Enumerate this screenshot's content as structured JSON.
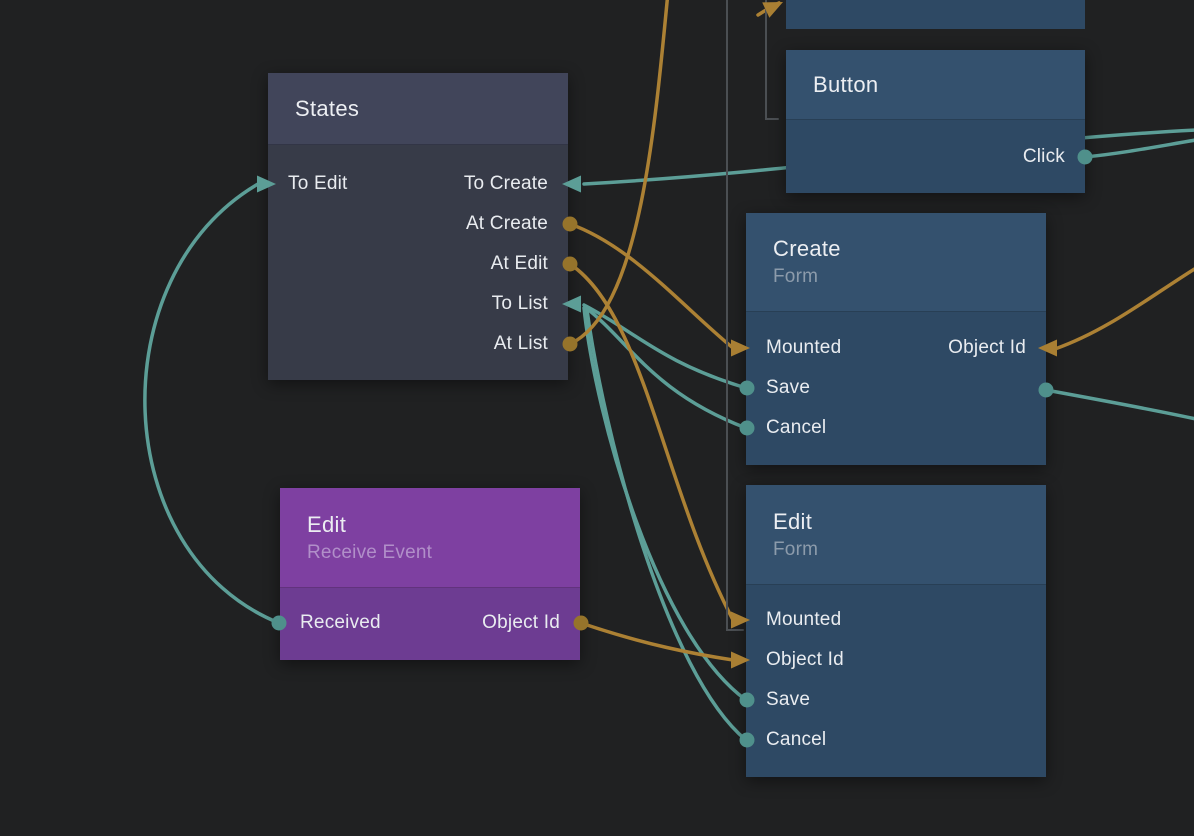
{
  "app": "visual-node-editor-canvas",
  "colors": {
    "background": "#202122",
    "signal": "#5C9E97",
    "signal_dot": "#4F908B",
    "data": "#AC8134",
    "data_dot": "#96742B",
    "data_arrow": "#A97F33",
    "muted_link": "#4B4F53",
    "node_header_gray": "#41455A",
    "node_body_gray": "#373B48",
    "node_header_blue": "#34516E",
    "node_body_blue": "#2E4964",
    "node_header_purple": "#7E40A1",
    "node_body_purple": "#6D3C92",
    "title_text": "#ECEEF2",
    "port_text": "#E9ECF0"
  },
  "nodes": [
    {
      "id": "partial-top-node",
      "title": "",
      "subtitle": "",
      "ports": []
    },
    {
      "id": "states",
      "title": "States",
      "subtitle": "",
      "ports": [
        {
          "label": "To Edit",
          "side": "left"
        },
        {
          "label": "To Create",
          "side": "right"
        },
        {
          "label": "At Create",
          "side": "right"
        },
        {
          "label": "At Edit",
          "side": "right"
        },
        {
          "label": "To List",
          "side": "right"
        },
        {
          "label": "At List",
          "side": "right"
        }
      ]
    },
    {
      "id": "button",
      "title": "Button",
      "subtitle": "",
      "ports": [
        {
          "label": "Click",
          "side": "right"
        }
      ]
    },
    {
      "id": "create-form",
      "title": "Create",
      "subtitle": "Form",
      "ports": [
        {
          "label": "Mounted",
          "side": "left"
        },
        {
          "label": "Save",
          "side": "left"
        },
        {
          "label": "Cancel",
          "side": "left"
        },
        {
          "label": "Object Id",
          "side": "right"
        }
      ]
    },
    {
      "id": "edit-receive-event",
      "title": "Edit",
      "subtitle": "Receive Event",
      "ports": [
        {
          "label": "Received",
          "side": "left"
        },
        {
          "label": "Object Id",
          "side": "right"
        }
      ]
    },
    {
      "id": "edit-form",
      "title": "Edit",
      "subtitle": "Form",
      "ports": [
        {
          "label": "Mounted",
          "side": "left"
        },
        {
          "label": "Object Id",
          "side": "left"
        },
        {
          "label": "Save",
          "side": "left"
        },
        {
          "label": "Cancel",
          "side": "left"
        }
      ]
    }
  ],
  "connections": [
    {
      "from": "offscreen-right",
      "to": "States.To Create",
      "kind": "signal"
    },
    {
      "from": "Button.Click",
      "to": "offscreen-right",
      "kind": "signal"
    },
    {
      "from": "Create Form.Save",
      "to": "States.To List",
      "kind": "signal"
    },
    {
      "from": "Create Form.Cancel",
      "to": "States.To List",
      "kind": "signal"
    },
    {
      "from": "Edit Form.Save",
      "to": "States.To List",
      "kind": "signal"
    },
    {
      "from": "Edit Form.Cancel",
      "to": "States.To List",
      "kind": "signal"
    },
    {
      "from": "Edit Receive Event.Received",
      "to": "States.To Edit",
      "kind": "signal"
    },
    {
      "from": "Create Form.Save",
      "to": "offscreen-right",
      "kind": "signal"
    },
    {
      "from": "States.At Create",
      "to": "Create Form.Mounted",
      "kind": "data"
    },
    {
      "from": "States.At Edit",
      "to": "Edit Form.Mounted",
      "kind": "data"
    },
    {
      "from": "States.At List",
      "to": "offscreen-top",
      "kind": "data"
    },
    {
      "from": "offscreen-right",
      "to": "Create Form.Object Id",
      "kind": "data"
    },
    {
      "from": "Edit Receive Event.Object Id",
      "to": "Edit Form.Object Id",
      "kind": "data"
    },
    {
      "from": "offscreen-top",
      "to": "Edit Form.Mounted",
      "kind": "muted"
    },
    {
      "from": "offscreen-top",
      "to": "Button",
      "kind": "muted"
    }
  ]
}
